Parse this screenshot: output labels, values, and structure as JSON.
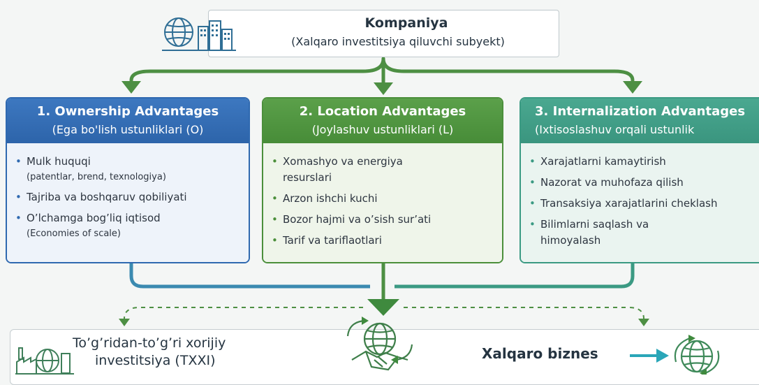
{
  "top": {
    "title": "Kompaniya",
    "subtitle": "(Xalqaro investitsiya qiluvchi subyekt)",
    "icon": "globe-city-icon"
  },
  "cards": [
    {
      "title": "1. Ownership Advantages",
      "subtitle": "(Ega bo'lish ustunliklari  (O)",
      "color": "#2f69b0",
      "items": [
        {
          "main": "Mulk huquqi",
          "sub": "(patentlar, brend, texnologiya)"
        },
        {
          "main": "Tajriba va boshqaruv qobiliyati",
          "sub": ""
        },
        {
          "main": "O’lchamga bog’liq iqtisod",
          "sub": "(Economies of scale)"
        }
      ]
    },
    {
      "title": "2. Location Advantages",
      "subtitle": "(Joylashuv ustunliklari  (L)",
      "color": "#4b8f3b",
      "items": [
        {
          "main": "Xomashyo va energiya resurslari"
        },
        {
          "main": "Arzon ishchi kuchi"
        },
        {
          "main": "Bozor hajmi va o’sish sur’ati"
        },
        {
          "main": "Tarif va tariflaotlari"
        }
      ]
    },
    {
      "title": "3. Internalization Advantages",
      "subtitle": "(Ixtisoslashuv orqali ustunlik",
      "color": "#3b9a83",
      "items": [
        {
          "main": "Xarajatlarni kamaytirish"
        },
        {
          "main": "Nazorat va muhofaza qilish"
        },
        {
          "main": "Transaksiya xarajatlarini cheklash"
        },
        {
          "main": "Bilimlarni saqlash va himoyalash"
        }
      ]
    }
  ],
  "bottom": {
    "left_line1": "To’g’ridan-to’g’ri xorijiy",
    "left_line2": "investitsiya (TXXI)",
    "right_label": "Xalqaro biznes",
    "left_icon": "globe-factory-icon",
    "center_icon": "handshake-globe-icon",
    "right_icon": "globe-arrows-icon"
  },
  "colors": {
    "arrow_green": "#4d8f43",
    "blue": "#2f69b0",
    "green": "#4b8f3b",
    "teal": "#3b9a83",
    "right_arrow": "#2aa6b8"
  }
}
